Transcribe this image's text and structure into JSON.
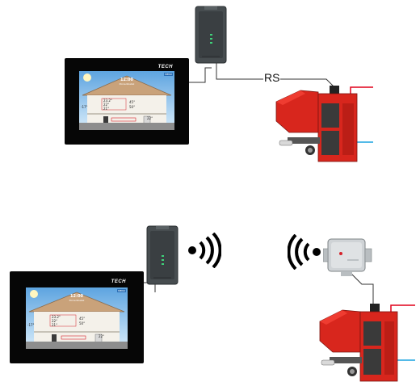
{
  "diagram": {
    "connection_label": "RS",
    "panel_top": {
      "brand": "TECH",
      "clock_time": "12:00",
      "clock_day": "Poniedziałek",
      "menu_tag": "MENU",
      "outside_temp": "-17°",
      "room_temps": [
        "23.2°",
        "22°",
        "21°"
      ],
      "floor_temps": [
        "45°",
        "50°",
        "22°"
      ]
    },
    "panel_bottom": {
      "brand": "TECH",
      "clock_time": "12:00",
      "clock_day": "Poniedziałek",
      "menu_tag": "MENU",
      "outside_temp": "-17°",
      "room_temps": [
        "23.2°",
        "22°",
        "21°"
      ],
      "floor_temps": [
        "45°",
        "50°",
        "22°"
      ]
    },
    "icons": {
      "wireless_out": "wifi-signal-right-icon",
      "wireless_in": "wifi-signal-left-icon"
    },
    "colors": {
      "boiler_red": "#d8261d",
      "boiler_dark": "#3a3a3a",
      "supply_pipe": "#e0001a",
      "return_pipe": "#1aa3e0",
      "panel_frame": "#060606",
      "module_body": "#444a4d",
      "module_led": "#3fd17a"
    }
  }
}
